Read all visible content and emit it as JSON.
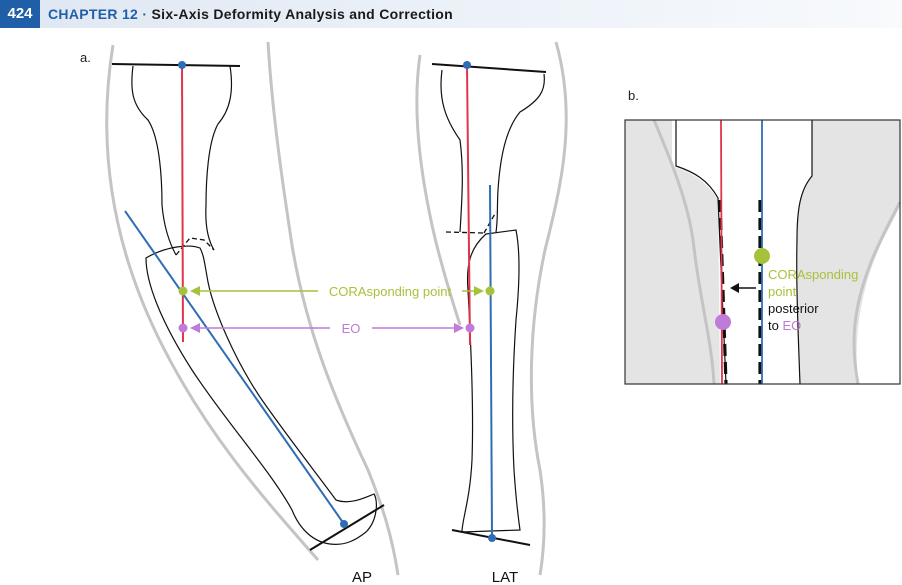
{
  "header": {
    "page_number": "424",
    "chapter_label": "CHAPTER 12",
    "separator": "·",
    "chapter_title": "Six-Axis Deformity Analysis and Correction"
  },
  "panel_a": {
    "label": "a.",
    "cora_label": "CORAsponding point",
    "eo_label": "EO",
    "ap_label": "AP",
    "lat_label": "LAT"
  },
  "panel_b": {
    "label": "b.",
    "cora_line1": "CORAsponding",
    "cora_line2": "point",
    "posterior_line": "posterior",
    "to_text": "to ",
    "eo_text": "EO"
  },
  "colors": {
    "red_axis": "#e0344d",
    "blue_axis": "#2f6db5",
    "cora_green": "#a6c23a",
    "eo_purple": "#c07ad8",
    "soft_tissue": "#c4c4c4",
    "header_blue": "#1f5fa8"
  }
}
